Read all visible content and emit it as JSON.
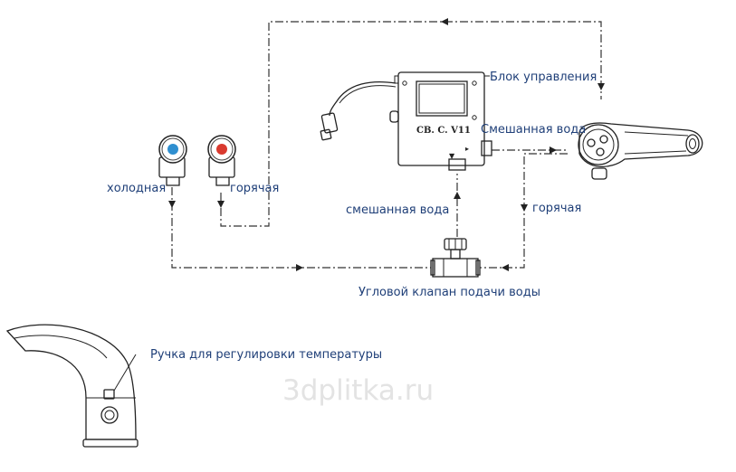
{
  "labels": {
    "control_unit": "Блок управления",
    "mixed_water_top": "Смешанная вода",
    "cold": "холодная",
    "hot_left": "горячая",
    "mixed_water_mid": "смешанная вода",
    "hot_right": "горячая",
    "angle_valve": "Угловой клапан подачи воды",
    "temp_handle": "Ручка для регулировки температуры"
  },
  "device_code": "CB. C. V11",
  "watermark": "3dplitka.ru",
  "colors": {
    "label_text": "#1f3f78",
    "cold_indicator": "#2f8fd0",
    "hot_indicator": "#d93a2f",
    "line": "#222222"
  }
}
